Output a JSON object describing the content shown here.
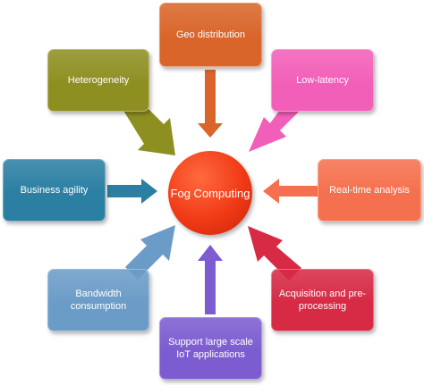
{
  "center": {
    "label": "Fog Computing"
  },
  "nodes": [
    {
      "id": "geo",
      "label": "Geo distribution",
      "color": "#d9652a"
    },
    {
      "id": "hetero",
      "label": "Heterogeneity",
      "color": "#8e8f21"
    },
    {
      "id": "latency",
      "label": "Low-latency",
      "color": "#f25fb8"
    },
    {
      "id": "business",
      "label": "Business agility",
      "color": "#2b7fa3"
    },
    {
      "id": "realtime",
      "label": "Real-time analysis",
      "color": "#f5704e"
    },
    {
      "id": "bandwidth",
      "label": "Bandwidth consumption",
      "color": "#6b9cc7"
    },
    {
      "id": "acquisition",
      "label": "Acquisition and pre-processing",
      "color": "#d62a45"
    },
    {
      "id": "iot",
      "label": "Support large scale IoT applications",
      "color": "#7c5cd0"
    }
  ]
}
